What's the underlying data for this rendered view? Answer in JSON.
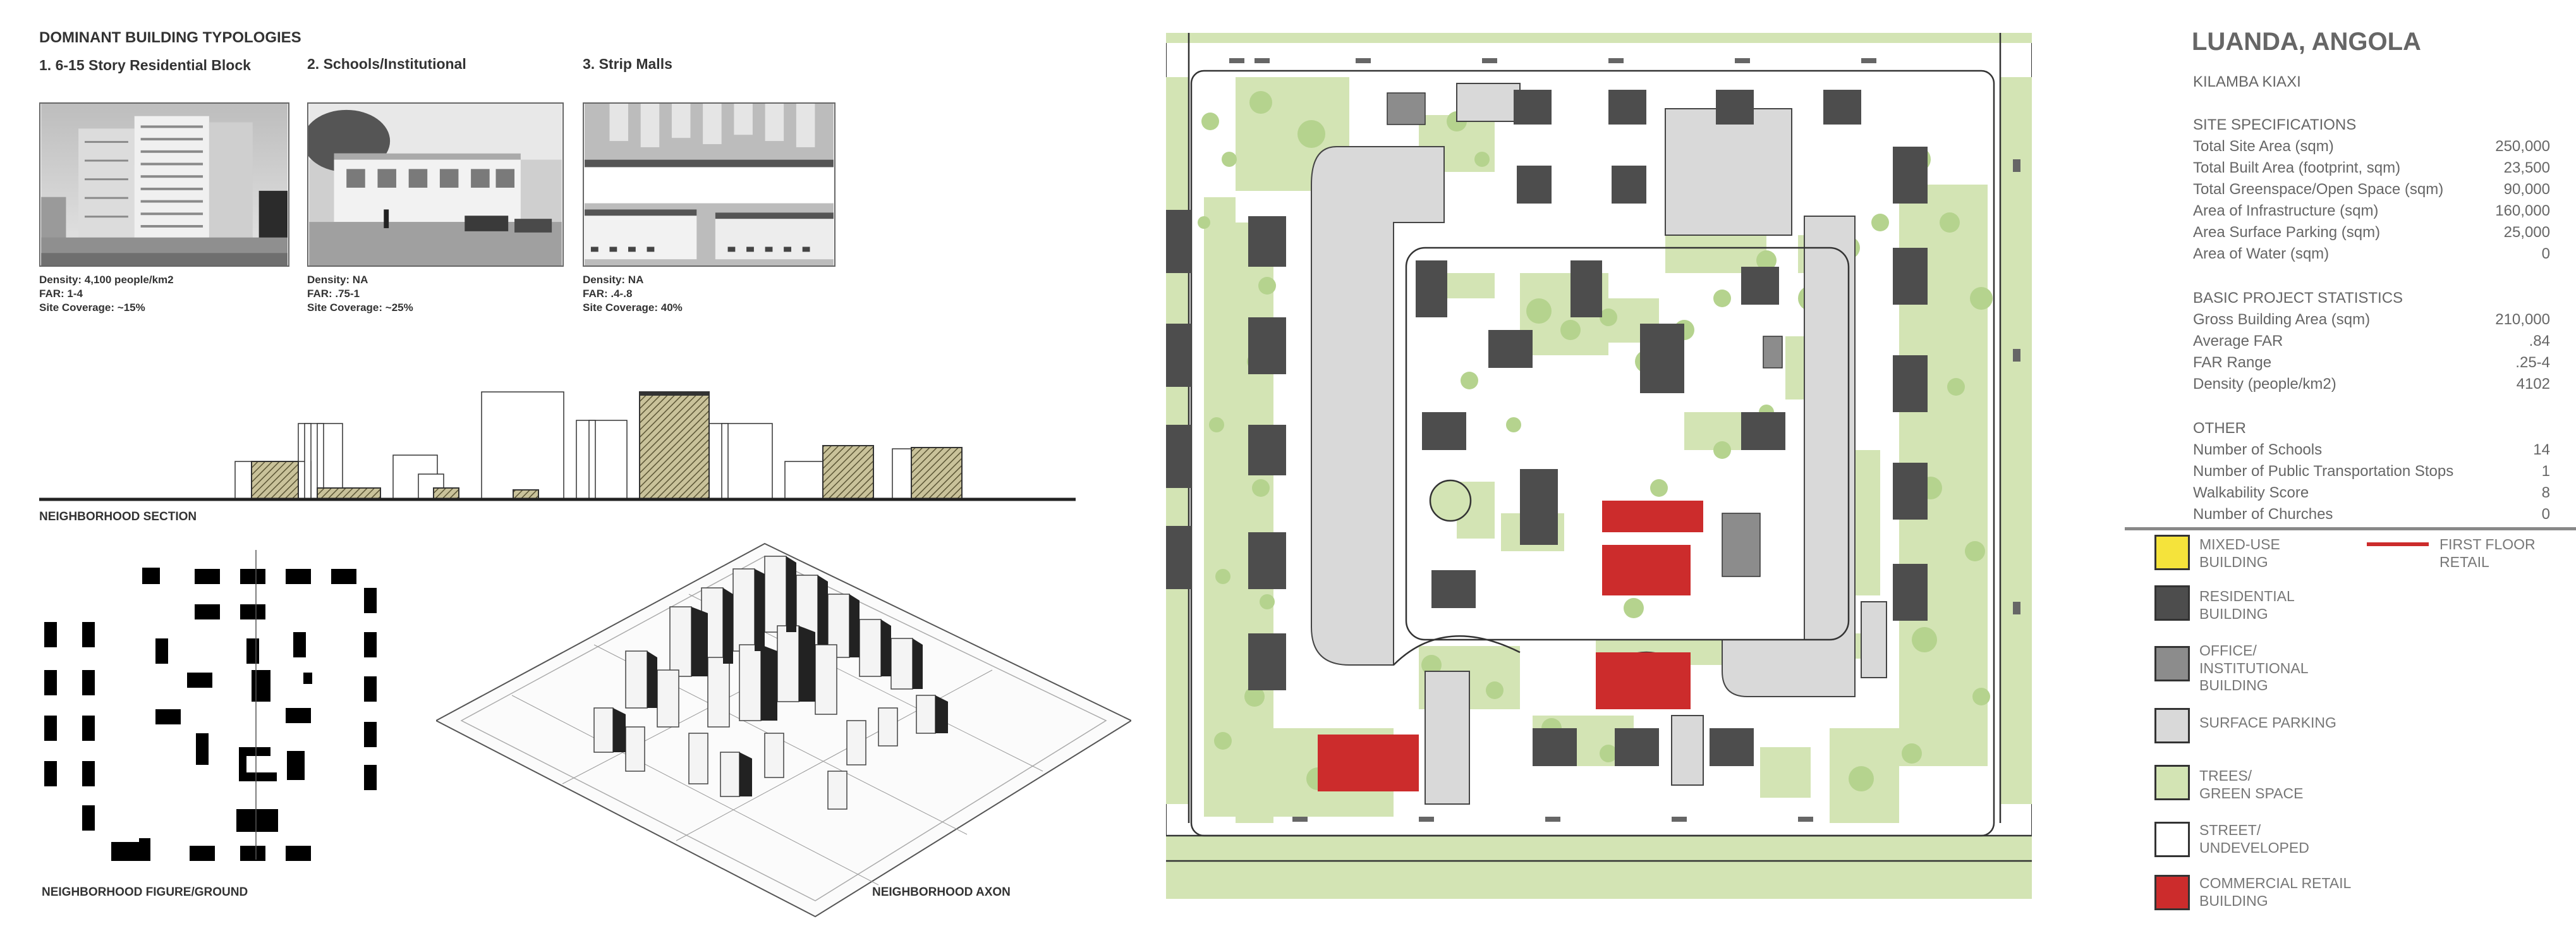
{
  "typologies": {
    "heading": "DOMINANT BUILDING TYPOLOGIES",
    "items": [
      {
        "title": "1. 6-15 Story Residential Block",
        "density": "Density: 4,100 people/km2",
        "far": "FAR: 1-4",
        "coverage": "Site Coverage: ~15%"
      },
      {
        "title": "2. Schools/Institutional",
        "density": "Density: NA",
        "far": "FAR: .75-1",
        "coverage": "Site Coverage: ~25%"
      },
      {
        "title": "3. Strip Malls",
        "density": "Density: NA",
        "far": "FAR: .4-.8",
        "coverage": "Site Coverage: 40%"
      }
    ]
  },
  "captions": {
    "section": "NEIGHBORHOOD SECTION",
    "figure_ground": "NEIGHBORHOOD FIGURE/GROUND",
    "axon": "NEIGHBORHOOD AXON"
  },
  "info": {
    "title": "LUANDA, ANGOLA",
    "subtitle": "KILAMBA KIAXI",
    "site_specs": {
      "heading": "SITE SPECIFICATIONS",
      "rows": [
        {
          "label": "Total Site Area (sqm)",
          "value": "250,000"
        },
        {
          "label": "Total Built Area (footprint, sqm)",
          "value": "23,500"
        },
        {
          "label": "Total Greenspace/Open Space (sqm)",
          "value": "90,000"
        },
        {
          "label": "Area of Infrastructure (sqm)",
          "value": "160,000"
        },
        {
          "label": "Area Surface Parking (sqm)",
          "value": "25,000"
        },
        {
          "label": "Area of Water (sqm)",
          "value": "0"
        }
      ]
    },
    "project_stats": {
      "heading": "BASIC PROJECT STATISTICS",
      "rows": [
        {
          "label": "Gross Building Area (sqm)",
          "value": "210,000"
        },
        {
          "label": "Average FAR",
          "value": ".84"
        },
        {
          "label": "FAR Range",
          "value": ".25-4"
        },
        {
          "label": "Density (people/km2)",
          "value": "4102"
        }
      ]
    },
    "other": {
      "heading": "OTHER",
      "rows": [
        {
          "label": "Number of Schools",
          "value": "14"
        },
        {
          "label": "Number of Public Transportation Stops",
          "value": "1"
        },
        {
          "label": "Walkability Score",
          "value": "8"
        },
        {
          "label": "Number of Churches",
          "value": "0"
        }
      ]
    }
  },
  "legend": {
    "items": [
      {
        "line1": "MIXED-USE",
        "line2": "BUILDING",
        "line3": "",
        "color": "#f5e33b"
      },
      {
        "line1": "RESIDENTIAL",
        "line2": "BUILDING",
        "line3": "",
        "color": "#4d4d4d"
      },
      {
        "line1": "OFFICE/",
        "line2": "INSTITUTIONAL",
        "line3": "BUILDING",
        "color": "#8c8c8c"
      },
      {
        "line1": "SURFACE PARKING",
        "line2": "",
        "line3": "",
        "color": "#d9d9d9"
      },
      {
        "line1": "TREES/",
        "line2": "GREEN SPACE",
        "line3": "",
        "color": "#d3e4b4"
      },
      {
        "line1": "STREET/",
        "line2": "UNDEVELOPED",
        "line3": "",
        "color": "#ffffff"
      },
      {
        "line1": "COMMERCIAL RETAIL",
        "line2": "BUILDING",
        "line3": "",
        "color": "#cc2c2c"
      }
    ],
    "retail_line": {
      "line1": "FIRST FLOOR",
      "line2": "RETAIL",
      "color": "#cc2c2c"
    }
  },
  "colors": {
    "green": "#d3e4b4",
    "tree": "#b5d38e",
    "parking": "#d9d9d9",
    "residential": "#4d4d4d",
    "institutional": "#8c8c8c",
    "retail": "#cc2c2c",
    "hatch": "#6b6440"
  }
}
